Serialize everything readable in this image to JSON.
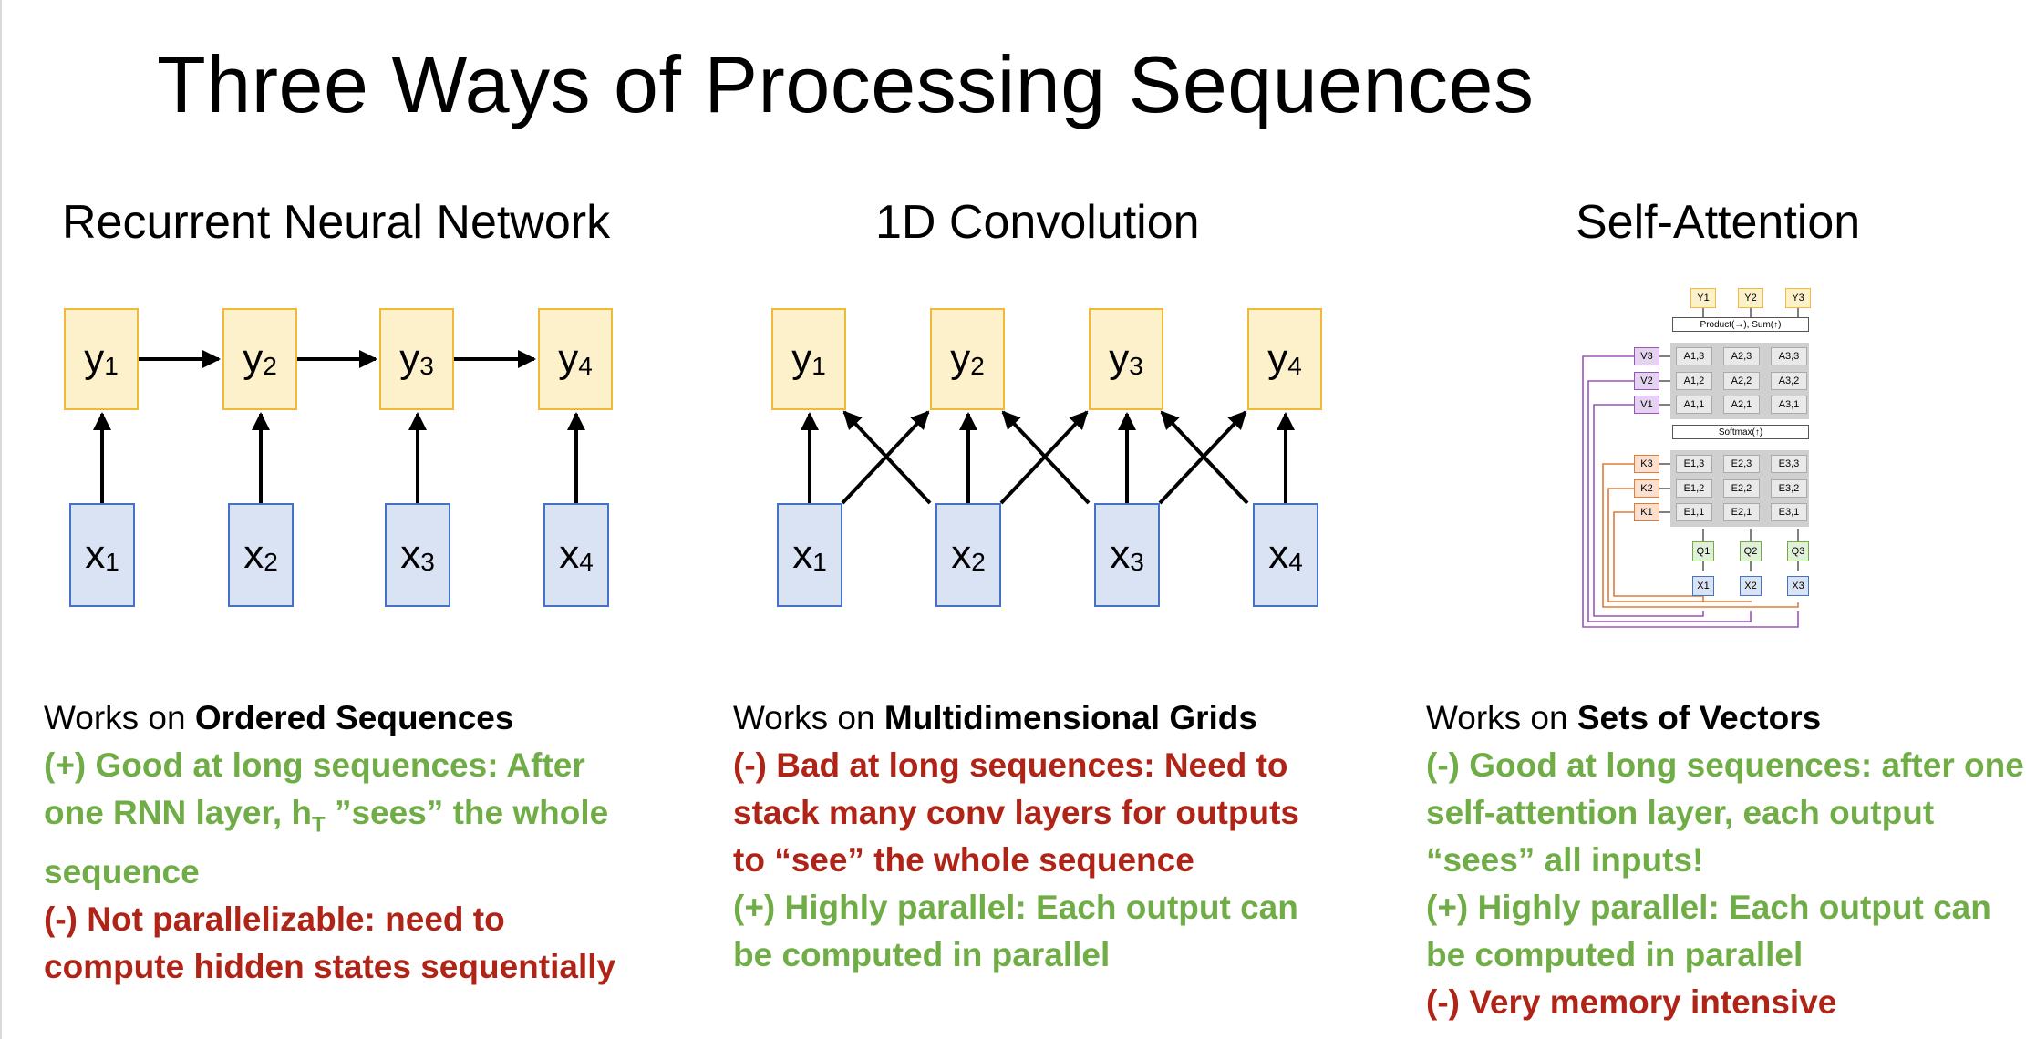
{
  "title": "Three Ways of Processing Sequences",
  "sections": [
    {
      "title": "Recurrent Neural Network",
      "outputs": [
        {
          "sym": "y",
          "sub": "1"
        },
        {
          "sym": "y",
          "sub": "2"
        },
        {
          "sym": "y",
          "sub": "3"
        },
        {
          "sym": "y",
          "sub": "4"
        }
      ],
      "inputs": [
        {
          "sym": "x",
          "sub": "1"
        },
        {
          "sym": "x",
          "sub": "2"
        },
        {
          "sym": "x",
          "sub": "3"
        },
        {
          "sym": "x",
          "sub": "4"
        }
      ],
      "lead_prefix": "Works on ",
      "lead_bold": "Ordered Sequences",
      "pro1": "(+) Good at long sequences: After one RNN layer, h",
      "pro1_sub": "T",
      "pro1_end": " ”sees” the whole sequence",
      "con1": "(-) Not parallelizable: need to compute hidden states sequentially"
    },
    {
      "title": "1D Convolution",
      "outputs": [
        {
          "sym": "y",
          "sub": "1"
        },
        {
          "sym": "y",
          "sub": "2"
        },
        {
          "sym": "y",
          "sub": "3"
        },
        {
          "sym": "y",
          "sub": "4"
        }
      ],
      "inputs": [
        {
          "sym": "x",
          "sub": "1"
        },
        {
          "sym": "x",
          "sub": "2"
        },
        {
          "sym": "x",
          "sub": "3"
        },
        {
          "sym": "x",
          "sub": "4"
        }
      ],
      "lead_prefix": "Works on ",
      "lead_bold": "Multidimensional Grids",
      "con1": "(-) Bad at long sequences: Need to stack many conv layers for outputs to “see” the whole sequence",
      "pro1": "(+) Highly parallel: Each output can be computed in parallel"
    },
    {
      "title": "Self-Attention",
      "lead_prefix": "Works on ",
      "lead_bold": "Sets of Vectors",
      "pro1": "(-) Good at long sequences: after one self-attention layer, each output “sees” all inputs!",
      "pro2": "(+) Highly parallel: Each output can be computed in parallel",
      "con1": "(-) Very memory intensive"
    }
  ],
  "attention": {
    "outputs": [
      "Y1",
      "Y2",
      "Y3"
    ],
    "product_label": "Product(→), Sum(↑)",
    "values": [
      "V3",
      "V2",
      "V1"
    ],
    "a_rows": [
      [
        "A1,3",
        "A2,3",
        "A3,3"
      ],
      [
        "A1,2",
        "A2,2",
        "A3,2"
      ],
      [
        "A1,1",
        "A2,1",
        "A3,1"
      ]
    ],
    "softmax_label": "Softmax(↑)",
    "keys": [
      "K3",
      "K2",
      "K1"
    ],
    "e_rows": [
      [
        "E1,3",
        "E2,3",
        "E3,3"
      ],
      [
        "E1,2",
        "E2,2",
        "E3,2"
      ],
      [
        "E1,1",
        "E2,1",
        "E3,1"
      ]
    ],
    "queries": [
      "Q1",
      "Q2",
      "Q3"
    ],
    "inputs": [
      "X1",
      "X2",
      "X3"
    ]
  },
  "colors": {
    "output_fill": "#fdf1cc",
    "output_border": "#f0b93a",
    "input_fill": "#dae3f3",
    "input_border": "#4472c4",
    "pro": "#70ad47",
    "con": "#b02418",
    "value": "#9b54b8",
    "key": "#e07b39"
  }
}
